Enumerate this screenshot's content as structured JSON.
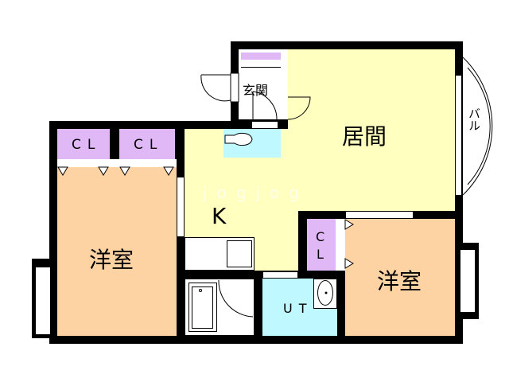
{
  "rooms": {
    "living": "居間",
    "kitchen": "K",
    "entrance": "玄関",
    "western_left": "洋室",
    "western_right": "洋室",
    "closet_1": "CL",
    "closet_2": "CL",
    "closet_3_c": "C",
    "closet_3_l": "L",
    "unit_toilet": "UT",
    "balcony": "バル"
  },
  "watermark": "jogjog",
  "colors": {
    "living": "#ffffc0",
    "western": "#fdd3a4",
    "closet": "#dfb8f5",
    "water": "#bff8ff",
    "wall": "#000000"
  }
}
